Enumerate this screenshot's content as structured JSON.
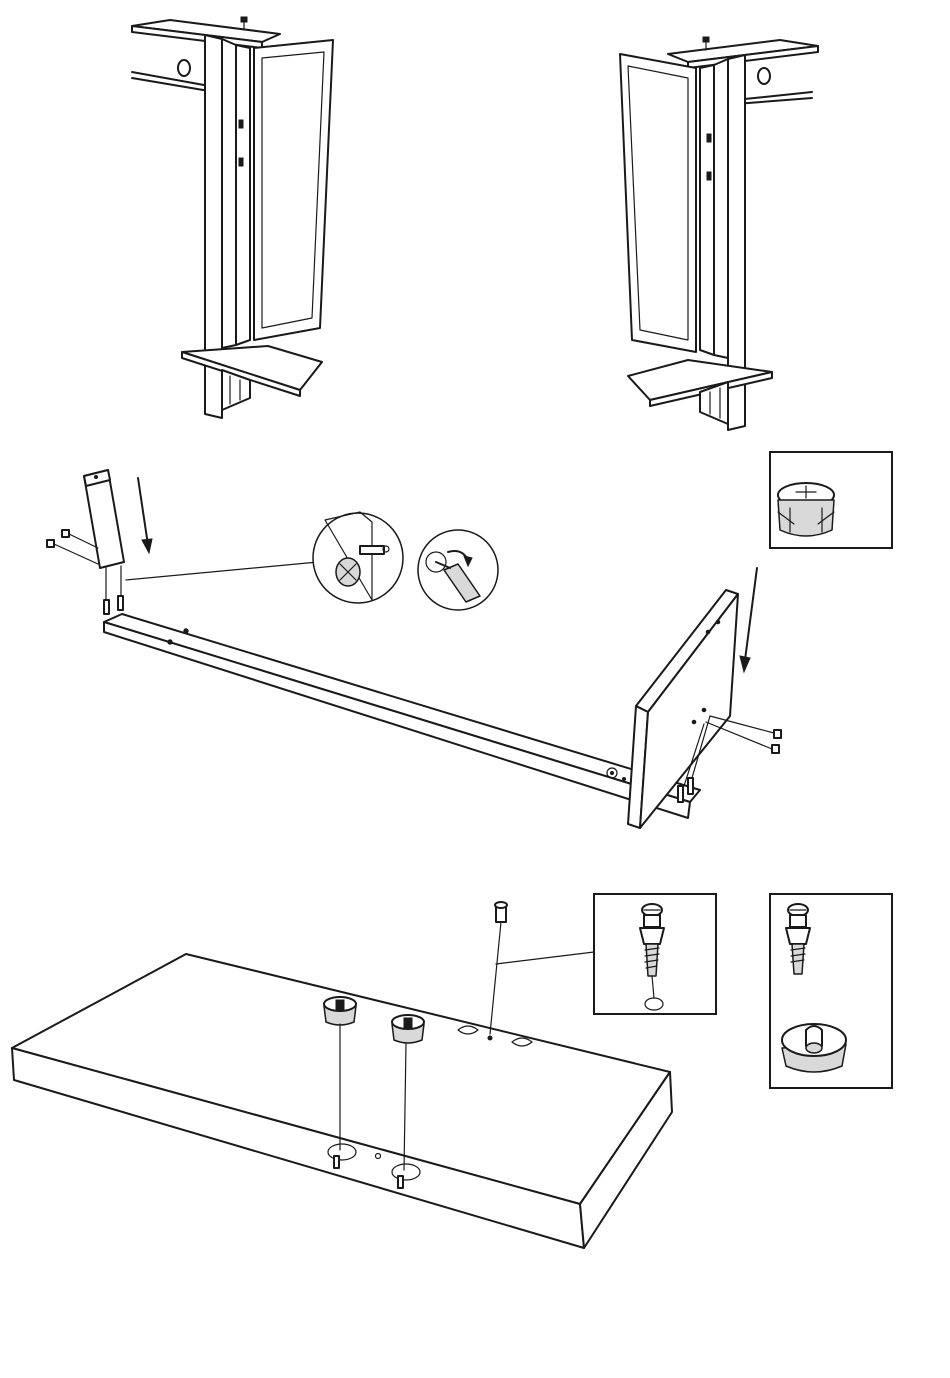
{
  "figure": {
    "steps": [
      {
        "id": "step-1"
      },
      {
        "id": "step-2"
      },
      {
        "id": "step-3"
      }
    ],
    "colors": {
      "ink": "#1a1a1a",
      "paper": "#ffffff",
      "shade": "#d9d9d9"
    },
    "icons": [
      "cam-lock-icon",
      "cam-bolt-icon",
      "arrow-down-icon",
      "screwdriver-icon"
    ]
  }
}
